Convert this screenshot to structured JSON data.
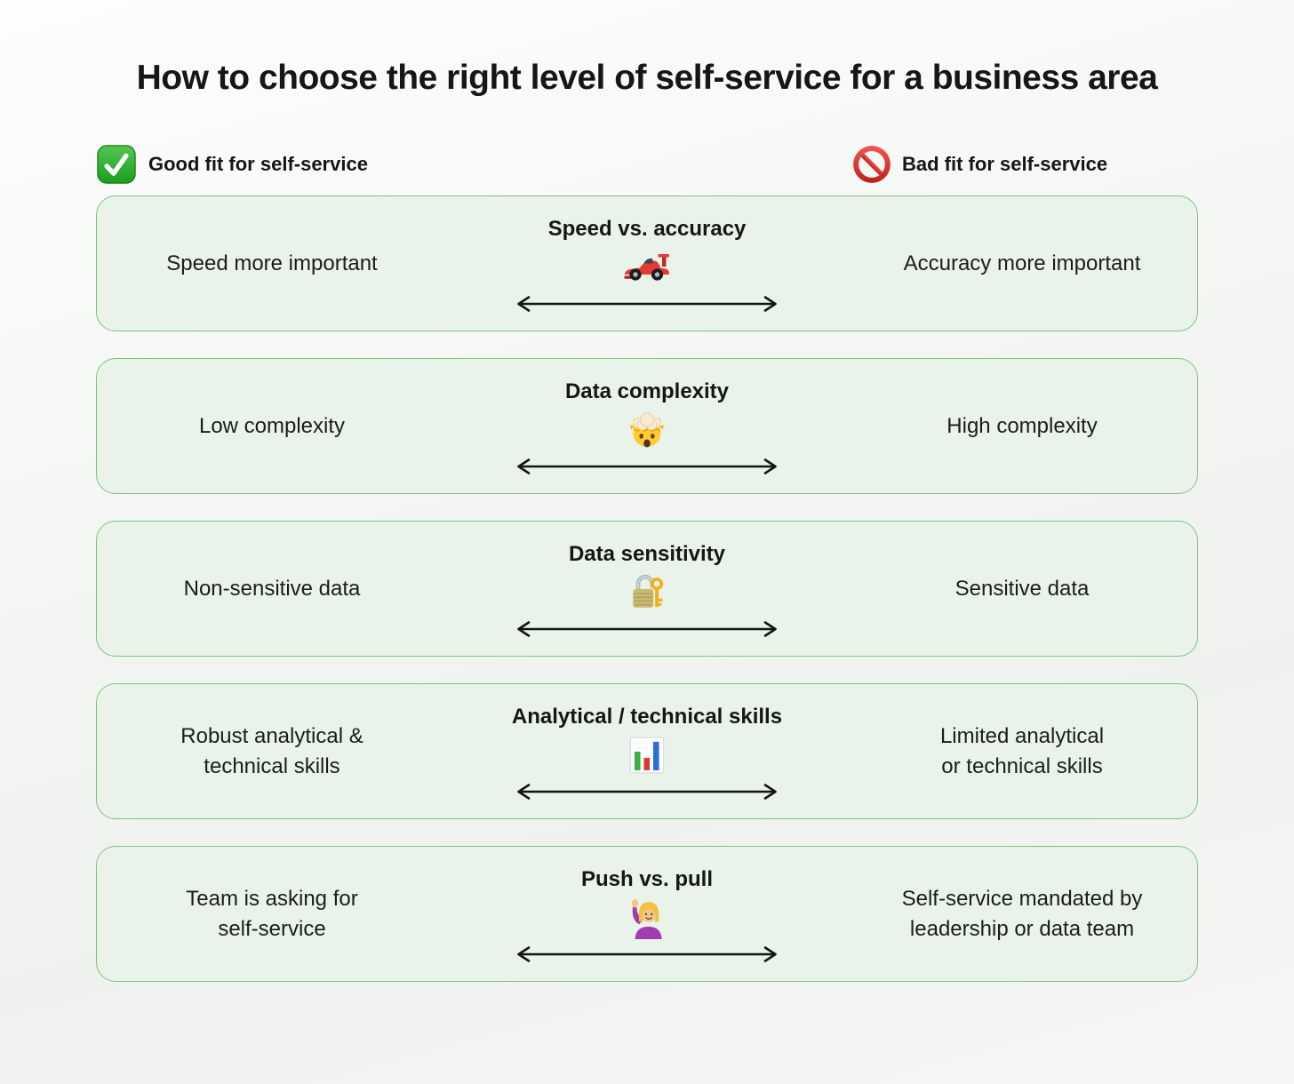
{
  "page": {
    "title": "How to choose the right level of self-service for a business area"
  },
  "legend": {
    "good": {
      "icon": "check-mark-button-emoji",
      "label": "Good fit for self-service"
    },
    "bad": {
      "icon": "prohibited-emoji",
      "label": "Bad fit for self-service"
    }
  },
  "rows": [
    {
      "title": "Speed vs. accuracy",
      "icon": "racing-car-emoji",
      "left": "Speed more important",
      "right": "Accuracy more important"
    },
    {
      "title": "Data complexity",
      "icon": "exploding-head-emoji",
      "left": "Low complexity",
      "right": "High complexity"
    },
    {
      "title": "Data sensitivity",
      "icon": "locked-with-key-emoji",
      "left": "Non-sensitive data",
      "right": "Sensitive data"
    },
    {
      "title": "Analytical / technical skills",
      "icon": "bar-chart-emoji",
      "left": [
        "Robust analytical &",
        "technical skills"
      ],
      "right": [
        "Limited analytical",
        "or technical skills"
      ]
    },
    {
      "title": "Push vs. pull",
      "icon": "person-raising-hand-emoji",
      "left": [
        "Team is asking for",
        "self-service"
      ],
      "right": [
        "Self-service mandated by",
        "leadership or data team"
      ]
    }
  ],
  "colors": {
    "page_background": "#f4f5f4",
    "card_background": "#e9f3ea",
    "card_border": "#7cc47f",
    "good_green": "#2eaa2e",
    "bad_red": "#d93a2f",
    "arrow": "#141414",
    "text": "#1c1c1c"
  }
}
